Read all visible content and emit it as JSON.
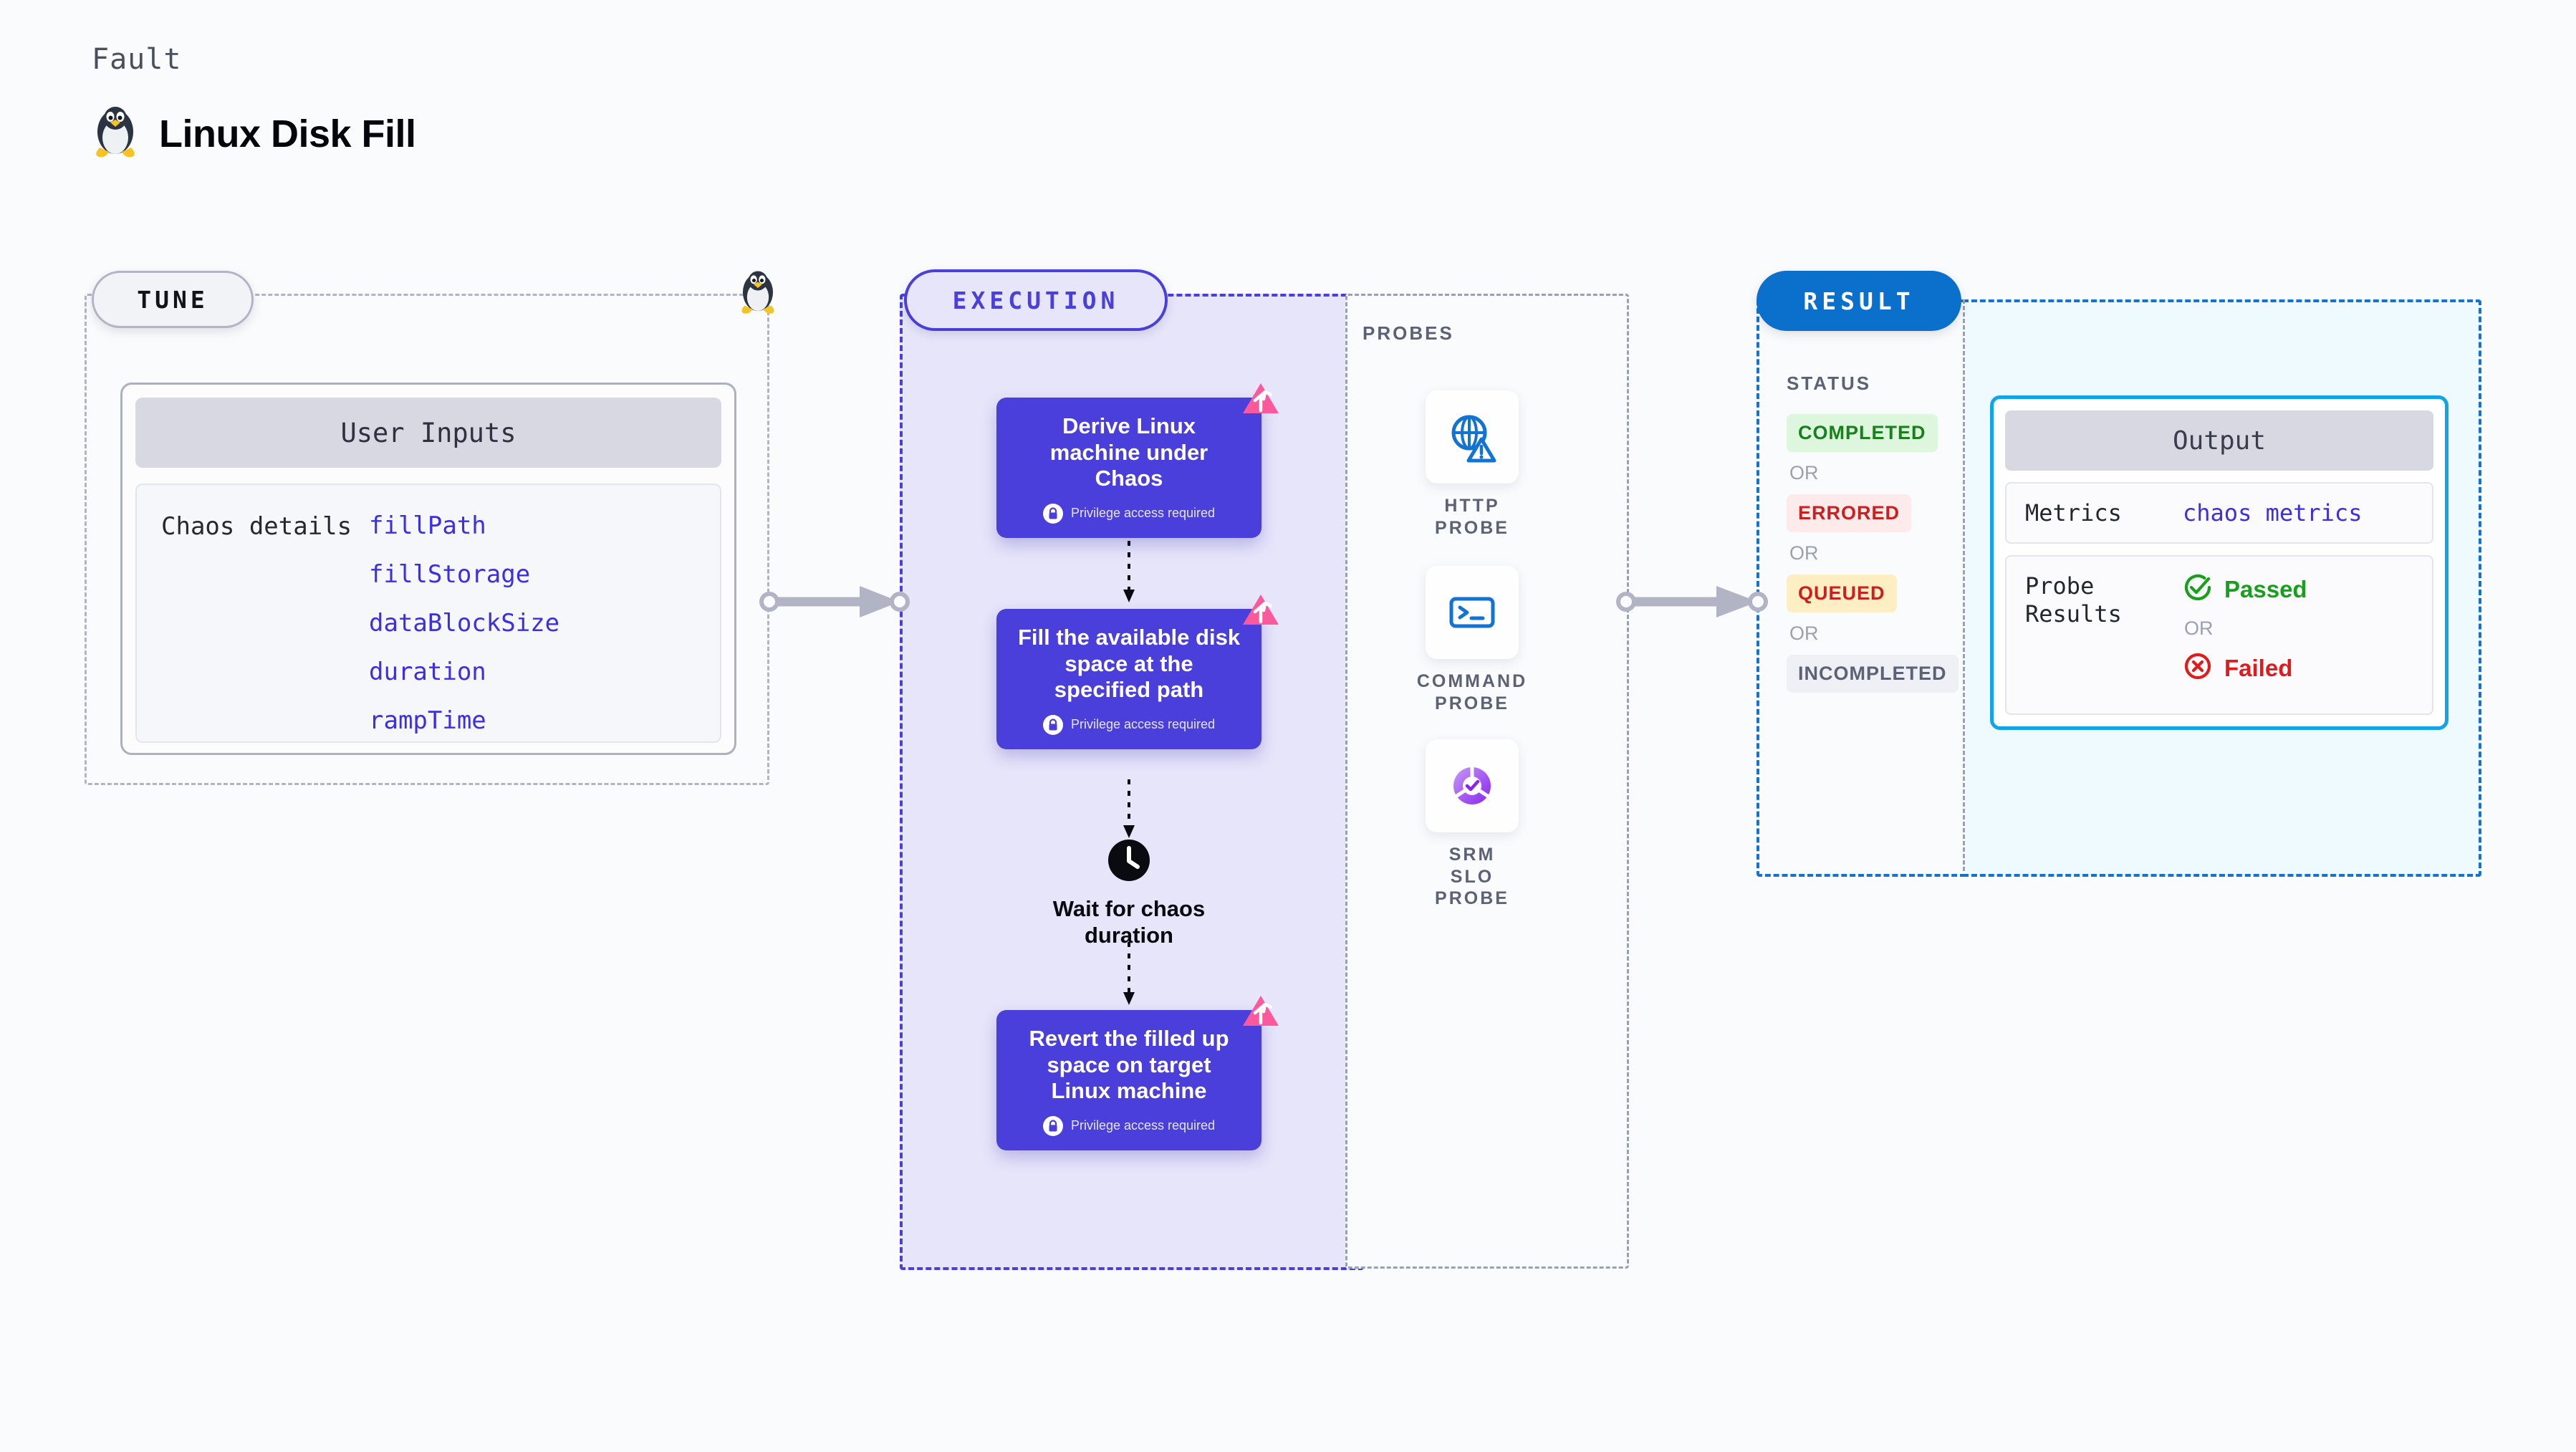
{
  "header": {
    "kicker": "Fault",
    "title": "Linux Disk Fill",
    "icon": "linux-penguin-icon"
  },
  "tune": {
    "pill_label": "TUNE",
    "marker_icon": "linux-penguin-icon",
    "user_inputs": {
      "header": "User Inputs",
      "row_label": "Chaos details",
      "params": [
        "fillPath",
        "fillStorage",
        "dataBlockSize",
        "duration",
        "rampTime"
      ]
    }
  },
  "execution": {
    "pill_label": "EXECUTION",
    "steps": [
      {
        "title": "Derive Linux machine under Chaos",
        "privilege_note": "Privilege access required",
        "badge_icon": "litmus-chaos-icon",
        "lock_icon": "lock-icon"
      },
      {
        "title": "Fill the available disk space at the specified path",
        "privilege_note": "Privilege access required",
        "badge_icon": "litmus-chaos-icon",
        "lock_icon": "lock-icon"
      },
      {
        "title": "Revert the filled up space on target Linux machine",
        "privilege_note": "Privilege access required",
        "badge_icon": "litmus-chaos-icon",
        "lock_icon": "lock-icon"
      }
    ],
    "wait": {
      "icon": "clock-icon",
      "label": "Wait for chaos duration"
    }
  },
  "probes": {
    "section_label": "PROBES",
    "items": [
      {
        "name": "HTTP PROBE",
        "icon": "globe-warning-icon"
      },
      {
        "name": "COMMAND PROBE",
        "icon": "terminal-icon"
      },
      {
        "name": "SRM SLO PROBE",
        "icon": "slo-donut-check-icon"
      }
    ]
  },
  "result": {
    "pill_label": "RESULT",
    "status_label": "STATUS",
    "or_label": "OR",
    "statuses": [
      {
        "label": "COMPLETED",
        "bg": "#def5de",
        "fg": "#18801c"
      },
      {
        "label": "ERRORED",
        "bg": "#fdeaea",
        "fg": "#cc1f1f"
      },
      {
        "label": "QUEUED",
        "bg": "#fdeec4",
        "fg": "#cc1f1f"
      },
      {
        "label": "INCOMPLETED",
        "bg": "#eef0f5",
        "fg": "#5c6275"
      }
    ],
    "output": {
      "header": "Output",
      "metrics_label": "Metrics",
      "metrics_value": "chaos metrics",
      "probe_results_label": "Probe Results",
      "passed_label": "Passed",
      "failed_label": "Failed",
      "or_label": "OR",
      "passed_icon": "check-circle-icon",
      "failed_icon": "x-circle-icon"
    }
  },
  "colors": {
    "indigo": "#4a3fdb",
    "blue": "#0b6fcc",
    "cyan": "#12a4e8",
    "pink": "#fa5a9b",
    "green": "#18801c",
    "red": "#cc1f1f",
    "gray": "#9aa0b4"
  }
}
